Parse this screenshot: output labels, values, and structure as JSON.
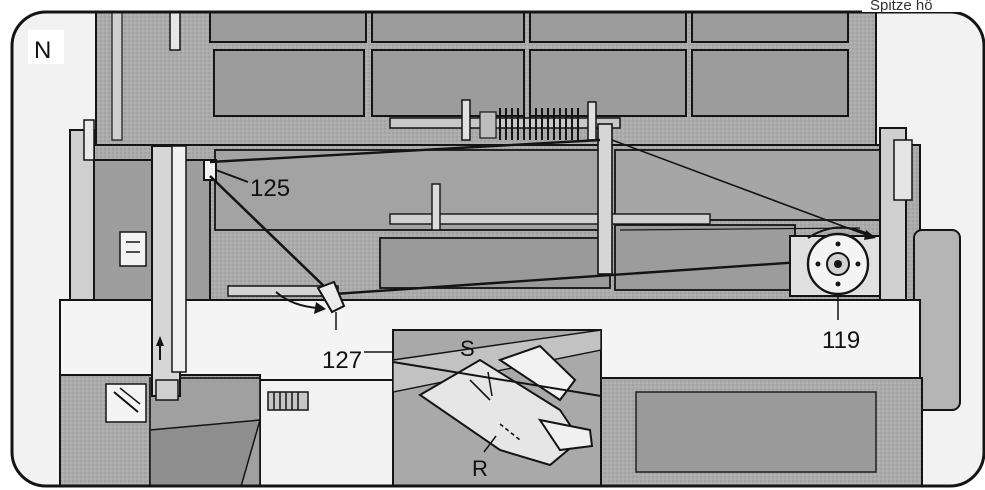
{
  "figure": {
    "panel_label": "N",
    "corner_text": "Spitze hö",
    "callouts": {
      "yarn_guide": "125",
      "thread_guide": "127",
      "tension_disc": "119"
    },
    "inset_labels": {
      "s": "S",
      "r": "R"
    }
  },
  "colors": {
    "screen_tone": "#a8a8a8",
    "screen_dark": "#8e8e8e",
    "panel_tone": "#b9b9b9",
    "line": "#141414",
    "paper": "#ffffff"
  }
}
